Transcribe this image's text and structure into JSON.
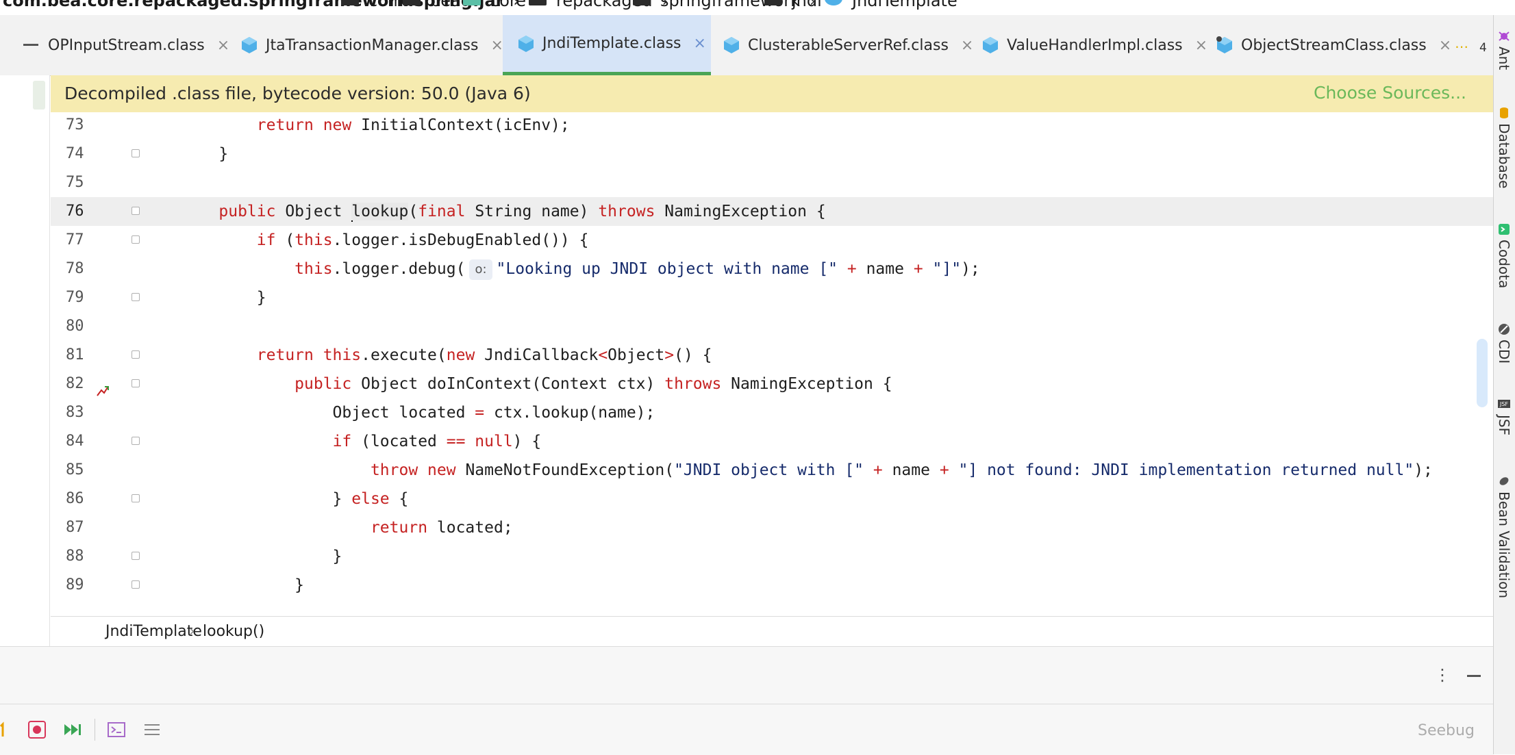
{
  "breadcrumb": {
    "jar": "com.bea.core.repackaged.springframework.spring.jar",
    "items": [
      "com",
      "bea",
      "core",
      "repackaged",
      "springframework",
      "jndi",
      "JndiTemplate"
    ]
  },
  "tabs": [
    {
      "label": "OPInputStream.class",
      "active": false
    },
    {
      "label": "JtaTransactionManager.class",
      "active": false
    },
    {
      "label": "JndiTemplate.class",
      "active": true
    },
    {
      "label": "ClusterableServerRef.class",
      "active": false
    },
    {
      "label": "ValueHandlerImpl.class",
      "active": false
    },
    {
      "label": "ObjectStreamClass.class",
      "active": false
    }
  ],
  "tab_close_glyph": "×",
  "tab_overflow": {
    "glyph": "⋯",
    "count": "4"
  },
  "banner": {
    "text": "Decompiled .class file, bytecode version: 50.0 (Java 6)",
    "link": "Choose Sources..."
  },
  "right_tools": [
    "Ant",
    "Database",
    "Codota",
    "CDI",
    "JSF",
    "Bean Validation"
  ],
  "code": {
    "current_line": "76",
    "lines": [
      {
        "n": "73",
        "tokens": [
          [
            "tx",
            "        "
          ],
          [
            "kw",
            "return new "
          ],
          [
            "tx",
            "InitialContext(icEnv);"
          ]
        ]
      },
      {
        "n": "74",
        "tokens": [
          [
            "tx",
            "    }"
          ]
        ]
      },
      {
        "n": "75",
        "tokens": []
      },
      {
        "n": "76",
        "tokens": [
          [
            "tx",
            "    "
          ],
          [
            "kw",
            "public "
          ],
          [
            "tx",
            "Object "
          ],
          [
            "caret",
            ""
          ],
          [
            "hl",
            "lookup"
          ],
          [
            "tx",
            "("
          ],
          [
            "kw",
            "final "
          ],
          [
            "tx",
            "String name) "
          ],
          [
            "kw",
            "throws "
          ],
          [
            "tx",
            "NamingException {"
          ]
        ]
      },
      {
        "n": "77",
        "tokens": [
          [
            "tx",
            "        "
          ],
          [
            "kw",
            "if "
          ],
          [
            "tx",
            "("
          ],
          [
            "kw",
            "this"
          ],
          [
            "tx",
            ".logger.isDebugEnabled()) {"
          ]
        ]
      },
      {
        "n": "78",
        "tokens": [
          [
            "tx",
            "            "
          ],
          [
            "kw",
            "this"
          ],
          [
            "tx",
            ".logger.debug("
          ],
          [
            "hint",
            "o:"
          ],
          [
            "st",
            "\"Looking up JNDI object with name [\" "
          ],
          [
            "kw",
            "+ "
          ],
          [
            "tx",
            "name "
          ],
          [
            "kw",
            "+ "
          ],
          [
            "st",
            "\"]\""
          ],
          [
            "tx",
            ");"
          ]
        ]
      },
      {
        "n": "79",
        "tokens": [
          [
            "tx",
            "        }"
          ]
        ]
      },
      {
        "n": "80",
        "tokens": []
      },
      {
        "n": "81",
        "tokens": [
          [
            "tx",
            "        "
          ],
          [
            "kw",
            "return this"
          ],
          [
            "tx",
            "."
          ],
          [
            "tx",
            "execute("
          ],
          [
            "kw",
            "new "
          ],
          [
            "tx",
            "JndiCallback"
          ],
          [
            "kw",
            "<"
          ],
          [
            "tx",
            "Object"
          ],
          [
            "kw",
            ">"
          ],
          [
            "tx",
            "() {"
          ]
        ]
      },
      {
        "n": "82",
        "tokens": [
          [
            "tx",
            "            "
          ],
          [
            "kw",
            "public "
          ],
          [
            "tx",
            "Object doInContext(Context ctx) "
          ],
          [
            "kw",
            "throws "
          ],
          [
            "tx",
            "NamingException {"
          ]
        ]
      },
      {
        "n": "83",
        "tokens": [
          [
            "tx",
            "                Object located "
          ],
          [
            "kw",
            "= "
          ],
          [
            "tx",
            "ctx.lookup(name);"
          ]
        ]
      },
      {
        "n": "84",
        "tokens": [
          [
            "tx",
            "                "
          ],
          [
            "kw",
            "if "
          ],
          [
            "tx",
            "(located "
          ],
          [
            "kw",
            "== null"
          ],
          [
            "tx",
            ") {"
          ]
        ]
      },
      {
        "n": "85",
        "tokens": [
          [
            "tx",
            "                    "
          ],
          [
            "kw",
            "throw new "
          ],
          [
            "tx",
            "NameNotFoundException("
          ],
          [
            "st",
            "\"JNDI object with [\" "
          ],
          [
            "kw",
            "+ "
          ],
          [
            "tx",
            "name "
          ],
          [
            "kw",
            "+ "
          ],
          [
            "st",
            "\"] not found: JNDI implementation returned null\""
          ],
          [
            "tx",
            ");"
          ]
        ]
      },
      {
        "n": "86",
        "tokens": [
          [
            "tx",
            "                } "
          ],
          [
            "kw",
            "else "
          ],
          [
            "tx",
            "{"
          ]
        ]
      },
      {
        "n": "87",
        "tokens": [
          [
            "tx",
            "                    "
          ],
          [
            "kw",
            "return "
          ],
          [
            "tx",
            "located;"
          ]
        ]
      },
      {
        "n": "88",
        "tokens": [
          [
            "tx",
            "                }"
          ]
        ]
      },
      {
        "n": "89",
        "tokens": [
          [
            "tx",
            "            }"
          ]
        ]
      }
    ]
  },
  "structure_path": [
    "JndiTemplate",
    "lookup()"
  ],
  "structure_sep": "›",
  "watermark": "Seebug",
  "colors": {
    "accent_green": "#4aa455",
    "link_green": "#6bb85a",
    "keyword": "#c52222",
    "string": "#162b6b"
  }
}
